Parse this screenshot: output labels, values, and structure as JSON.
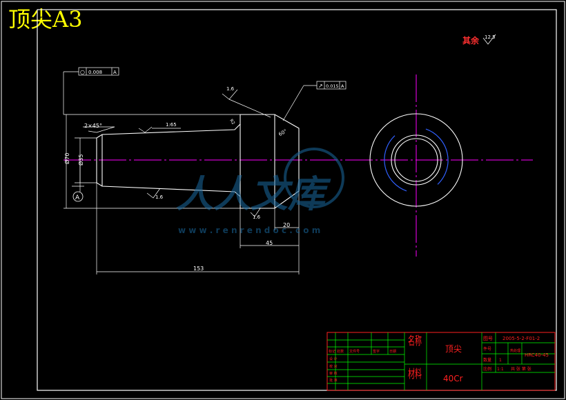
{
  "drawing_title": "顶尖A3",
  "surface_note": {
    "prefix": "其余",
    "roughness": "12.5"
  },
  "watermark": {
    "brand": "人人文库",
    "url": "w w w . r e n r e n d o c . c o m"
  },
  "callouts": {
    "circularity_symbol": "○",
    "circularity_tol": "0.008",
    "circularity_ref": "A",
    "runout_symbol": "↗",
    "runout_tol": "0.015",
    "runout_ref": "A",
    "roughness_top": "1.6",
    "roughness_bottom1": "1.6",
    "roughness_bottom2": "1.6",
    "chamfer": "2×45°",
    "taper_label": "1:65",
    "r_label": "R2",
    "angle_label": "60°",
    "datum": "A"
  },
  "dimensions": {
    "diameter_large": "Ø70",
    "diameter_small": "Ø35",
    "len_20": "20",
    "len_45": "45",
    "len_153": "153"
  },
  "title_block": {
    "name_label": "名称",
    "material_label": "材料",
    "part_name": "顶尖",
    "material": "40Cr",
    "drawing_no_label": "图号",
    "drawing_no": "2005-5-2-F01-2",
    "qty_label": "件号",
    "scale_label": "数量",
    "qty": "1",
    "hardness_label": "热处理",
    "hardness": "HRC40-45",
    "ratio_label": "比例",
    "ratio": "1:1",
    "sheets": "共 张  第 张",
    "rev_headers": [
      "标记",
      "处数",
      "文件号",
      "签字",
      "日期"
    ],
    "role_labels": [
      "设 计",
      "校 对",
      "审 核",
      "批 准"
    ]
  }
}
